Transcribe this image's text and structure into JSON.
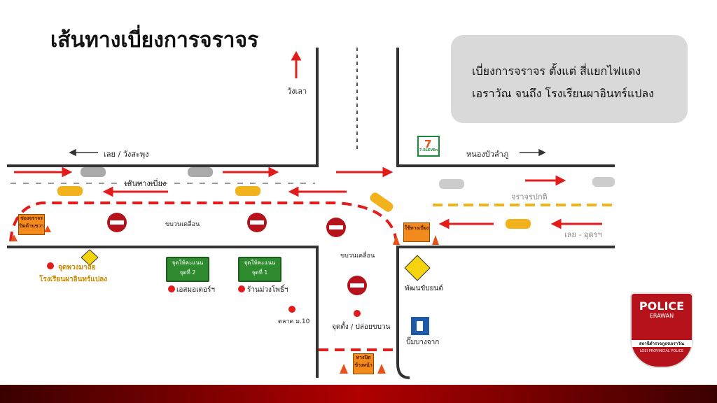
{
  "title": "เส้นทางเบี่ยงการจราจร",
  "info": {
    "line1": "เบี่ยงการจราจร ตั้งแต่ สี่แยกไฟแดง",
    "line2": "เอราวัณ จนถึง โรงเรียนผาอินทร์แปลง"
  },
  "directions": {
    "north": "วังเลา",
    "west": "เลย / วังสะพุง",
    "east": "หนองบัวลำภู",
    "east_lower": "เลย - อุดรฯ"
  },
  "road_labels": {
    "detour": "เส้นทางเบี่ยง",
    "normal": "จราจรปกติ",
    "convoy1": "ขบวนเคลื่อน",
    "convoy2": "ขบวนเคลื่อน"
  },
  "places": {
    "s_motor": "เอสมอเตอร์ฯ",
    "shop": "ร้านม่วงโพธิ์ฯ",
    "market": "ตลาด ม.10",
    "start": "จุดตั้ง / ปล่อยขบวน",
    "driving": "พัฒนขับยนต์",
    "gas": "ปั๊มบางจาก",
    "school_a": "จุดพวงมาลัย",
    "school_b": "โรงเรียนผาอินทร์แปลง",
    "store": "7-ELEVEn"
  },
  "signs": {
    "score2_a": "จุดให้คะแนน",
    "score2_b": "จุดที่ 2",
    "score1_a": "จุดให้คะแนน",
    "score1_b": "จุดที่ 1",
    "lane_closed": "ช่องจราจร ปิดด้านขวา",
    "detour_sign": "ใช้ทางเบี่ยง",
    "road_closed": "ทางปิด ข้างหน้า"
  },
  "badge": {
    "line1": "POLICE",
    "line2": "ERAWAN",
    "line3": "สถานีตำรวจภูธรเอราวัณ",
    "line4": "LOEI PROVINCIAL POLICE"
  },
  "colors": {
    "red": "#e21b1b",
    "road": "#333333",
    "yellow": "#f2b21b"
  }
}
